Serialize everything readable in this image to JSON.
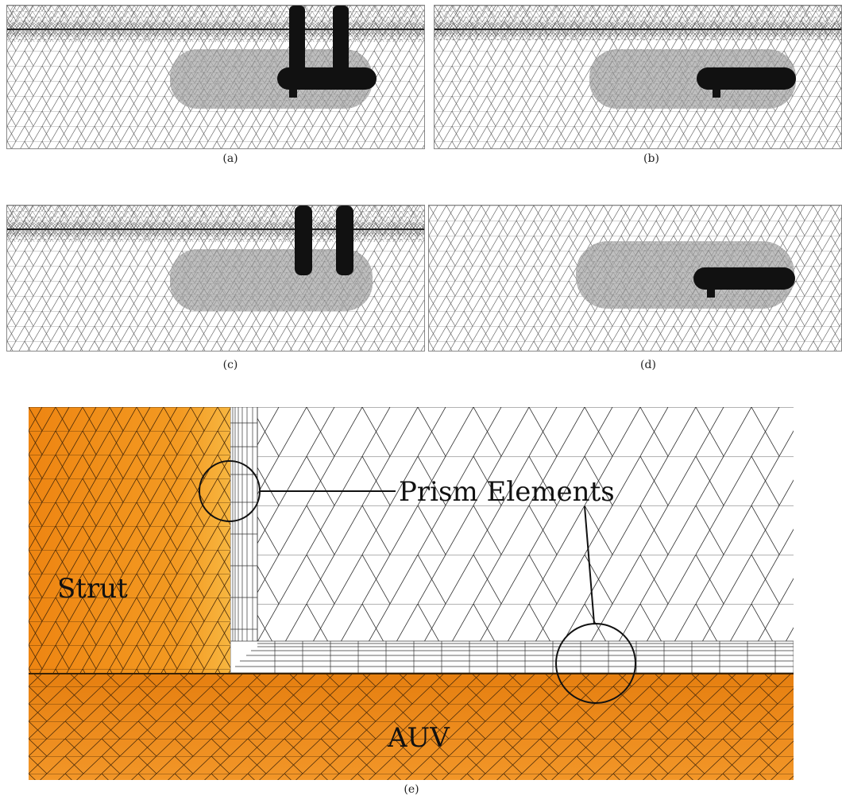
{
  "captions": {
    "a": "(a)",
    "b": "(b)",
    "c": "(c)",
    "d": "(d)",
    "e": "(e)"
  },
  "labels": {
    "prism": "Prism Elements",
    "strut": "Strut",
    "auv": "AUV"
  },
  "colors": {
    "mesh_line": "#3a3a3a",
    "dense_region": "#9a9a9a",
    "body_dark": "#111111",
    "surface_orange": "#f08a10",
    "surface_orange_light": "#f6a32a",
    "background": "#ffffff"
  }
}
